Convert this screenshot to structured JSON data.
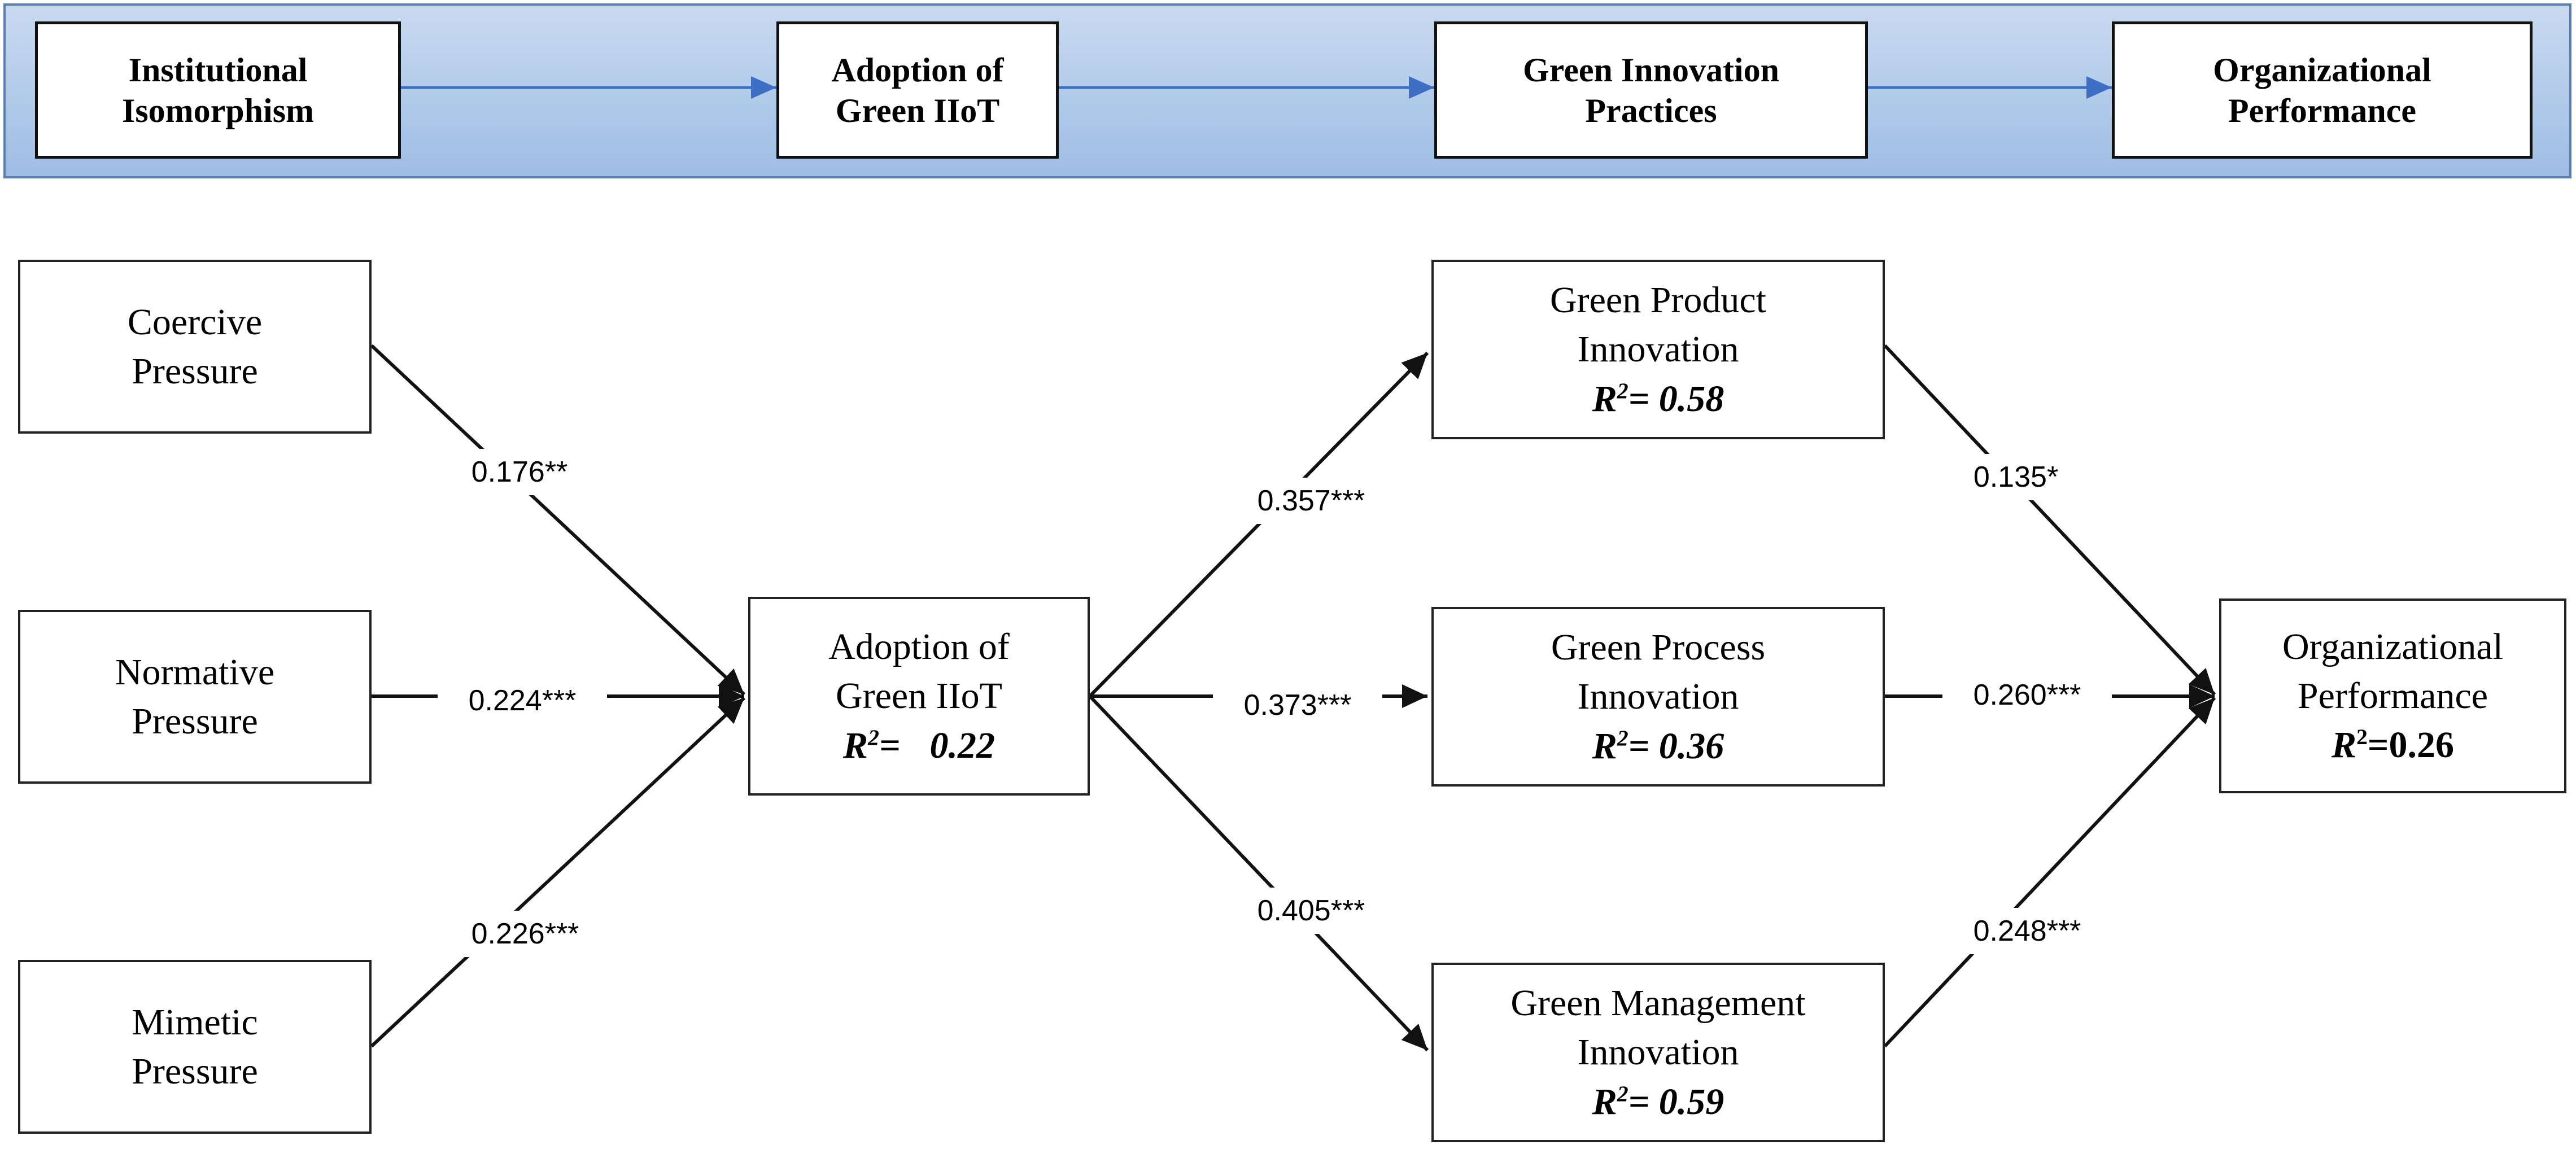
{
  "header": {
    "stages": [
      {
        "line1": "Institutional",
        "line2": "Isomorphism"
      },
      {
        "line1": "Adoption of",
        "line2": "Green IIoT"
      },
      {
        "line1": "Green Innovation",
        "line2": "Practices"
      },
      {
        "line1": "Organizational",
        "line2": "Performance"
      }
    ]
  },
  "nodes": {
    "coercive": {
      "line1": "Coercive",
      "line2": "Pressure"
    },
    "normative": {
      "line1": "Normative",
      "line2": "Pressure"
    },
    "mimetic": {
      "line1": "Mimetic",
      "line2": "Pressure"
    },
    "adoption": {
      "line1": "Adoption of",
      "line2": "Green IIoT",
      "r2_value": "0.22"
    },
    "product": {
      "line1": "Green Product",
      "line2": "Innovation",
      "r2_value": "0.58"
    },
    "process": {
      "line1": "Green Process",
      "line2": "Innovation",
      "r2_value": "0.36"
    },
    "management": {
      "line1": "Green Management",
      "line2": "Innovation",
      "r2_value": "0.59"
    },
    "performance": {
      "line1": "Organizational",
      "line2": "Performance",
      "r2_value": "0.26"
    }
  },
  "r2_label": "R",
  "r2_exponent": "2",
  "paths": {
    "coercive_adoption": "0.176**",
    "normative_adoption": "0.224***",
    "mimetic_adoption": "0.226***",
    "adoption_product": "0.357***",
    "adoption_process": "0.373***",
    "adoption_management": "0.405***",
    "product_performance": "0.135*",
    "process_performance": "0.260***",
    "management_performance": "0.248***"
  },
  "colors": {
    "header_fill_top": "#c9daf0",
    "header_fill_bottom": "#9ebde4",
    "header_arrow": "#3d6fc4",
    "line": "#111111"
  }
}
